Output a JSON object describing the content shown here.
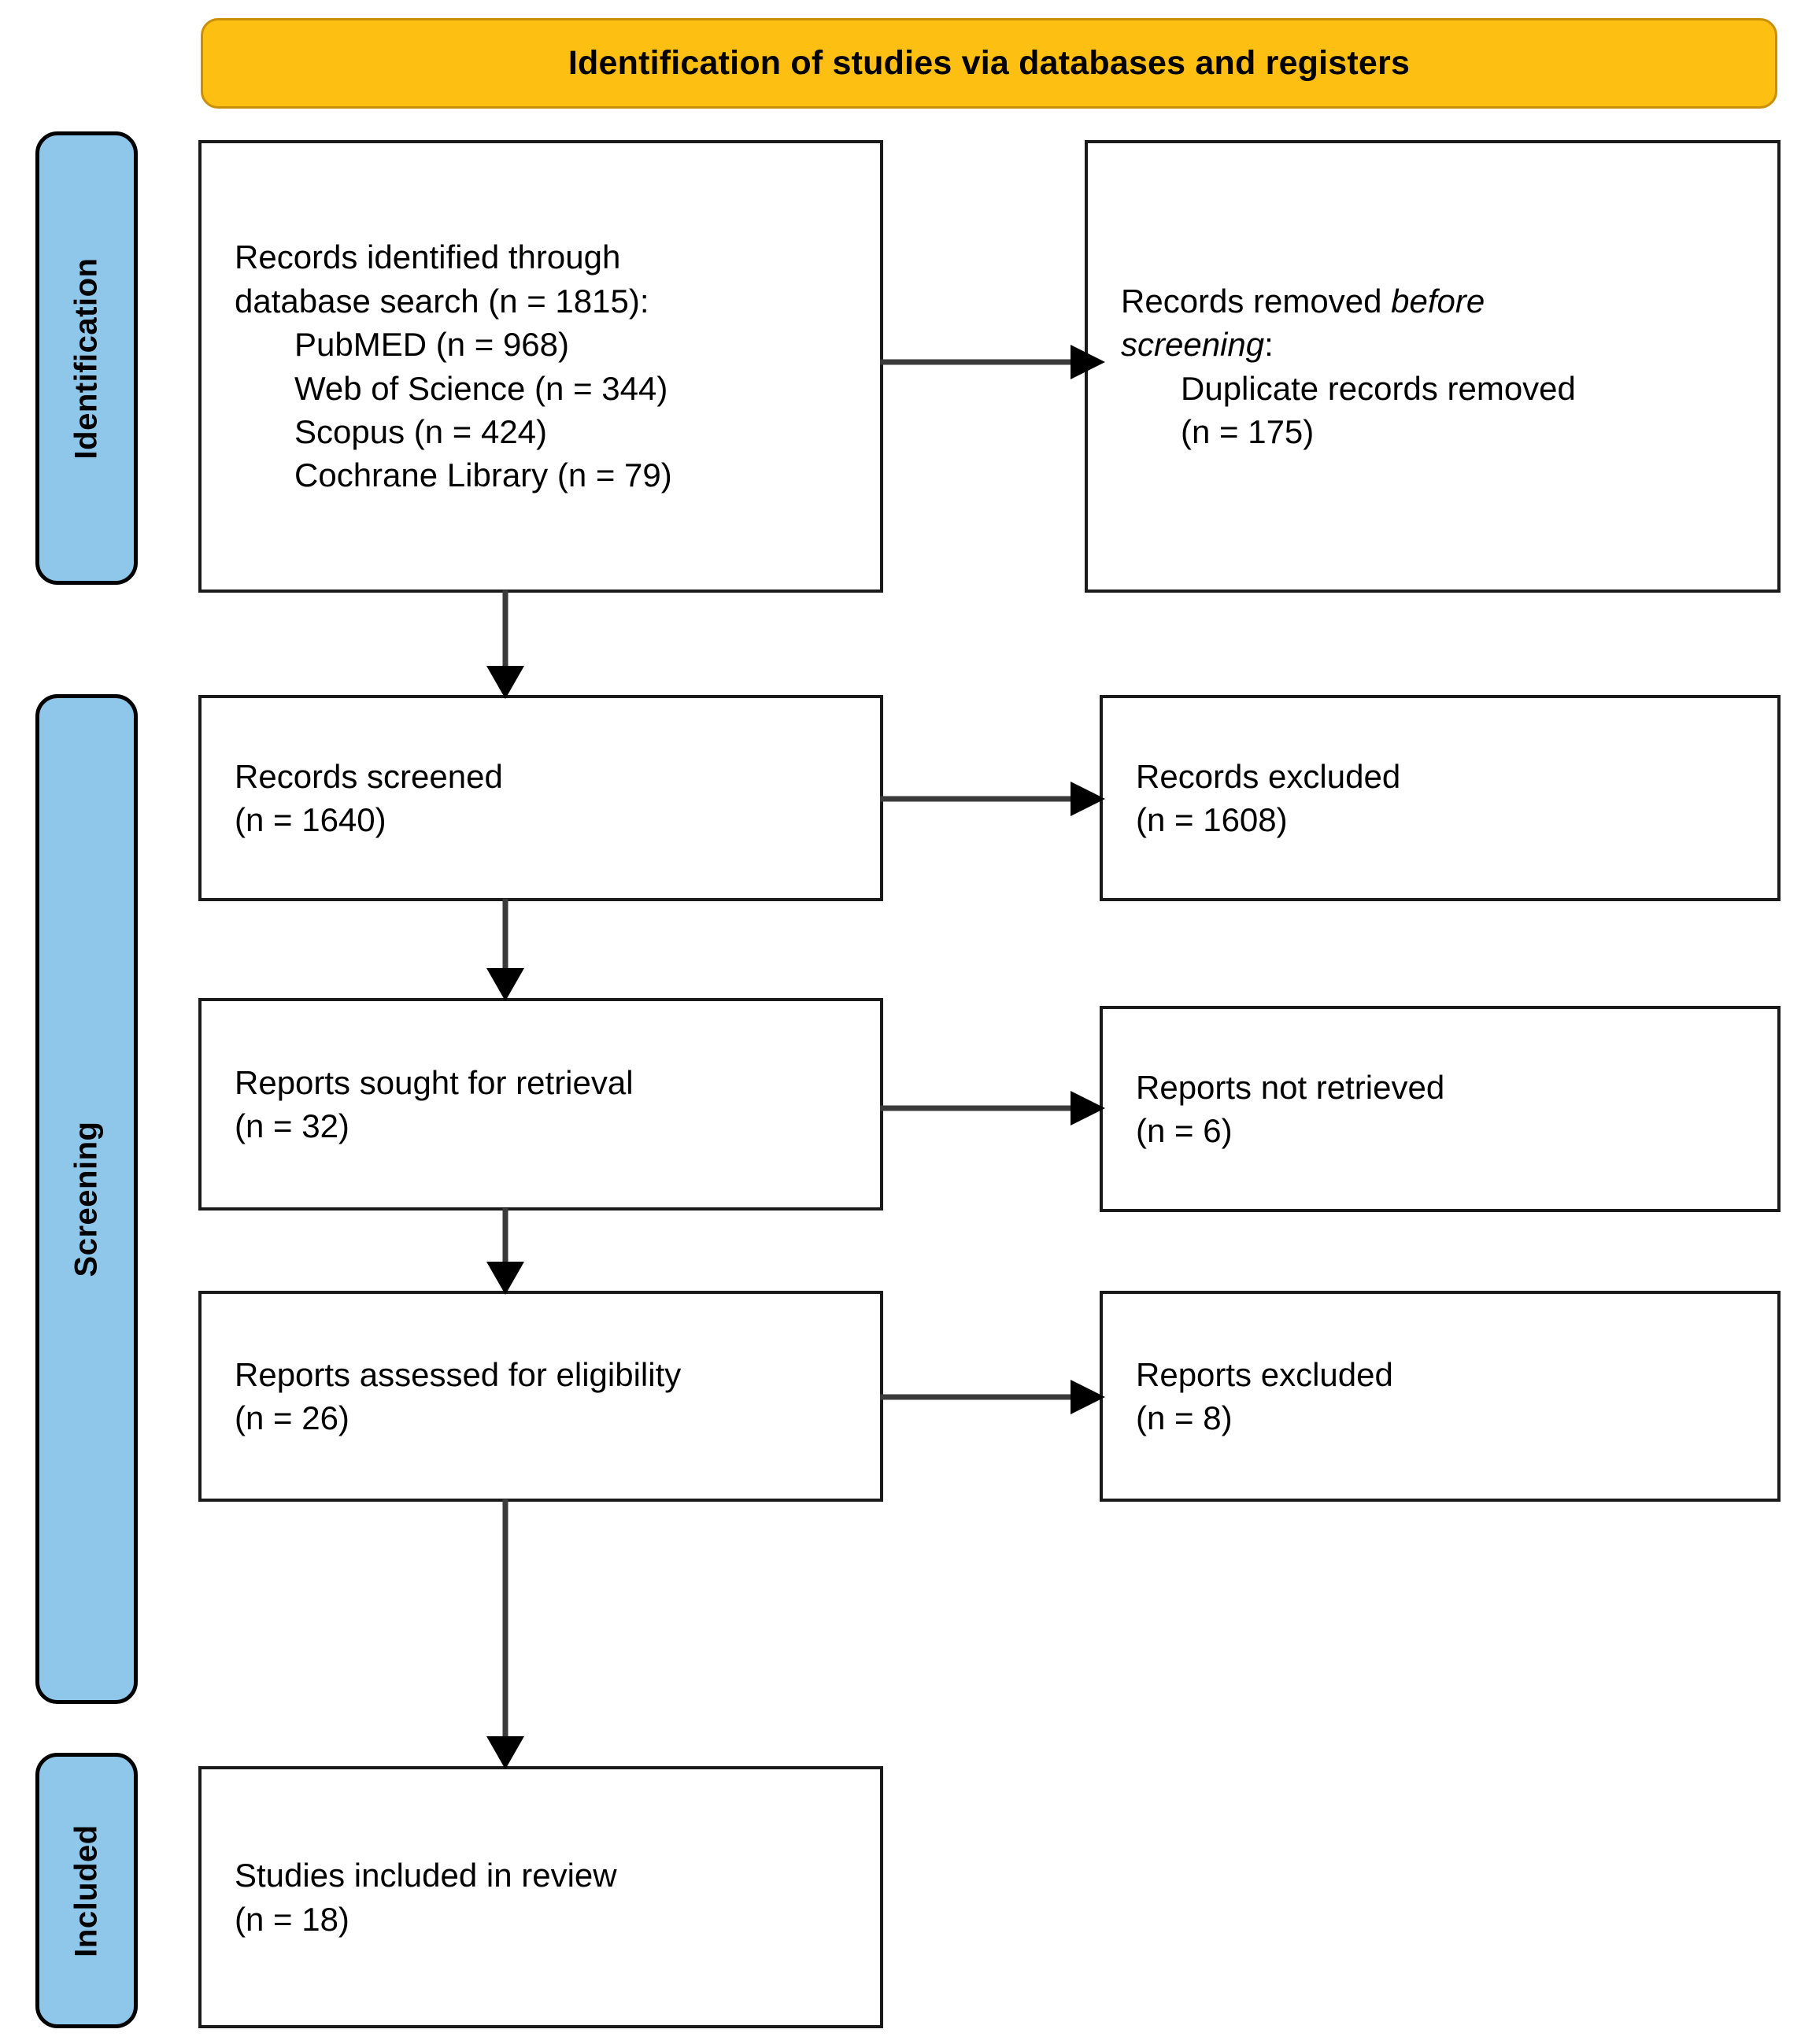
{
  "header": {
    "title": "Identification of studies via databases and registers",
    "background_color": "#FDBF12",
    "border_color": "#C98F09"
  },
  "stage_labels": {
    "background_color": "#8FC7EA",
    "identification": "Identification",
    "screening": "Screening",
    "included": "Included"
  },
  "boxes": {
    "identified": {
      "line1": "Records identified through",
      "line2": "database search (n = 1815):",
      "source1": "PubMED (n = 968)",
      "source2": "Web of Science (n = 344)",
      "source3": "Scopus (n = 424)",
      "source4": "Cochrane Library (n = 79)"
    },
    "removed": {
      "line1_plain": "Records removed ",
      "line1_italic": "before",
      "line2_italic": "screening",
      "line2_plain": ":",
      "detail1": "Duplicate records removed",
      "detail2": "(n = 175)"
    },
    "screened": {
      "label": "Records screened",
      "count": "(n = 1640)"
    },
    "excluded_records": {
      "label": "Records excluded",
      "count": "(n = 1608)"
    },
    "sought": {
      "label": "Reports sought for retrieval",
      "count": "(n = 32)"
    },
    "not_retrieved": {
      "label": "Reports not retrieved",
      "count": "(n = 6)"
    },
    "assessed": {
      "label": "Reports assessed for eligibility",
      "count": "(n = 26)"
    },
    "excluded_reports": {
      "label": "Reports excluded",
      "count": "(n = 8)"
    },
    "included": {
      "label": "Studies included in review",
      "count": "(n = 18)"
    }
  },
  "connectors": {
    "color": "#3A3A3A",
    "down_1": "identified-to-screened",
    "down_2": "screened-to-sought",
    "down_3": "sought-to-assessed",
    "down_4": "assessed-to-included",
    "right_1": "identified-to-removed",
    "right_2": "screened-to-excluded-records",
    "right_3": "sought-to-not-retrieved",
    "right_4": "assessed-to-excluded-reports"
  }
}
